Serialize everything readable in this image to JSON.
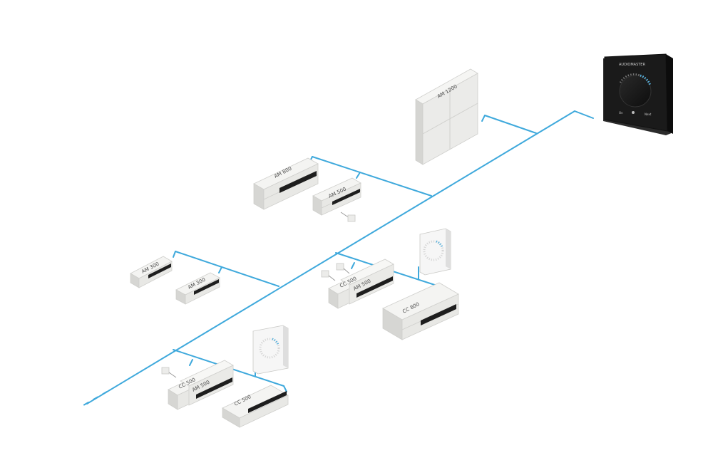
{
  "colors": {
    "bus": "#3fa9dc",
    "device_top": "#f0f0ee",
    "device_left": "#d7d7d4",
    "device_right": "#e4e4e1",
    "ports": "#1e1e1e",
    "panel_frame": "#1a1a1a"
  },
  "devices": {
    "am1200": "AM 1200",
    "am800": "AM 800",
    "am300_a": "AM 300",
    "am300_b": "AM 300",
    "group_mid_cc": "CC 500",
    "group_mid_am": "AM 500",
    "cc800": "CC 800",
    "group_low_cc": "CC 500",
    "group_low_am": "AM 500",
    "cc500_low": "CC 500"
  },
  "controller": {
    "brand": "AUDIOMASTER",
    "left_label": "On",
    "right_label": "Next"
  },
  "icons": [
    "bus-line",
    "amplifier-device",
    "wall-controller",
    "room-sensor",
    "master-panel"
  ]
}
